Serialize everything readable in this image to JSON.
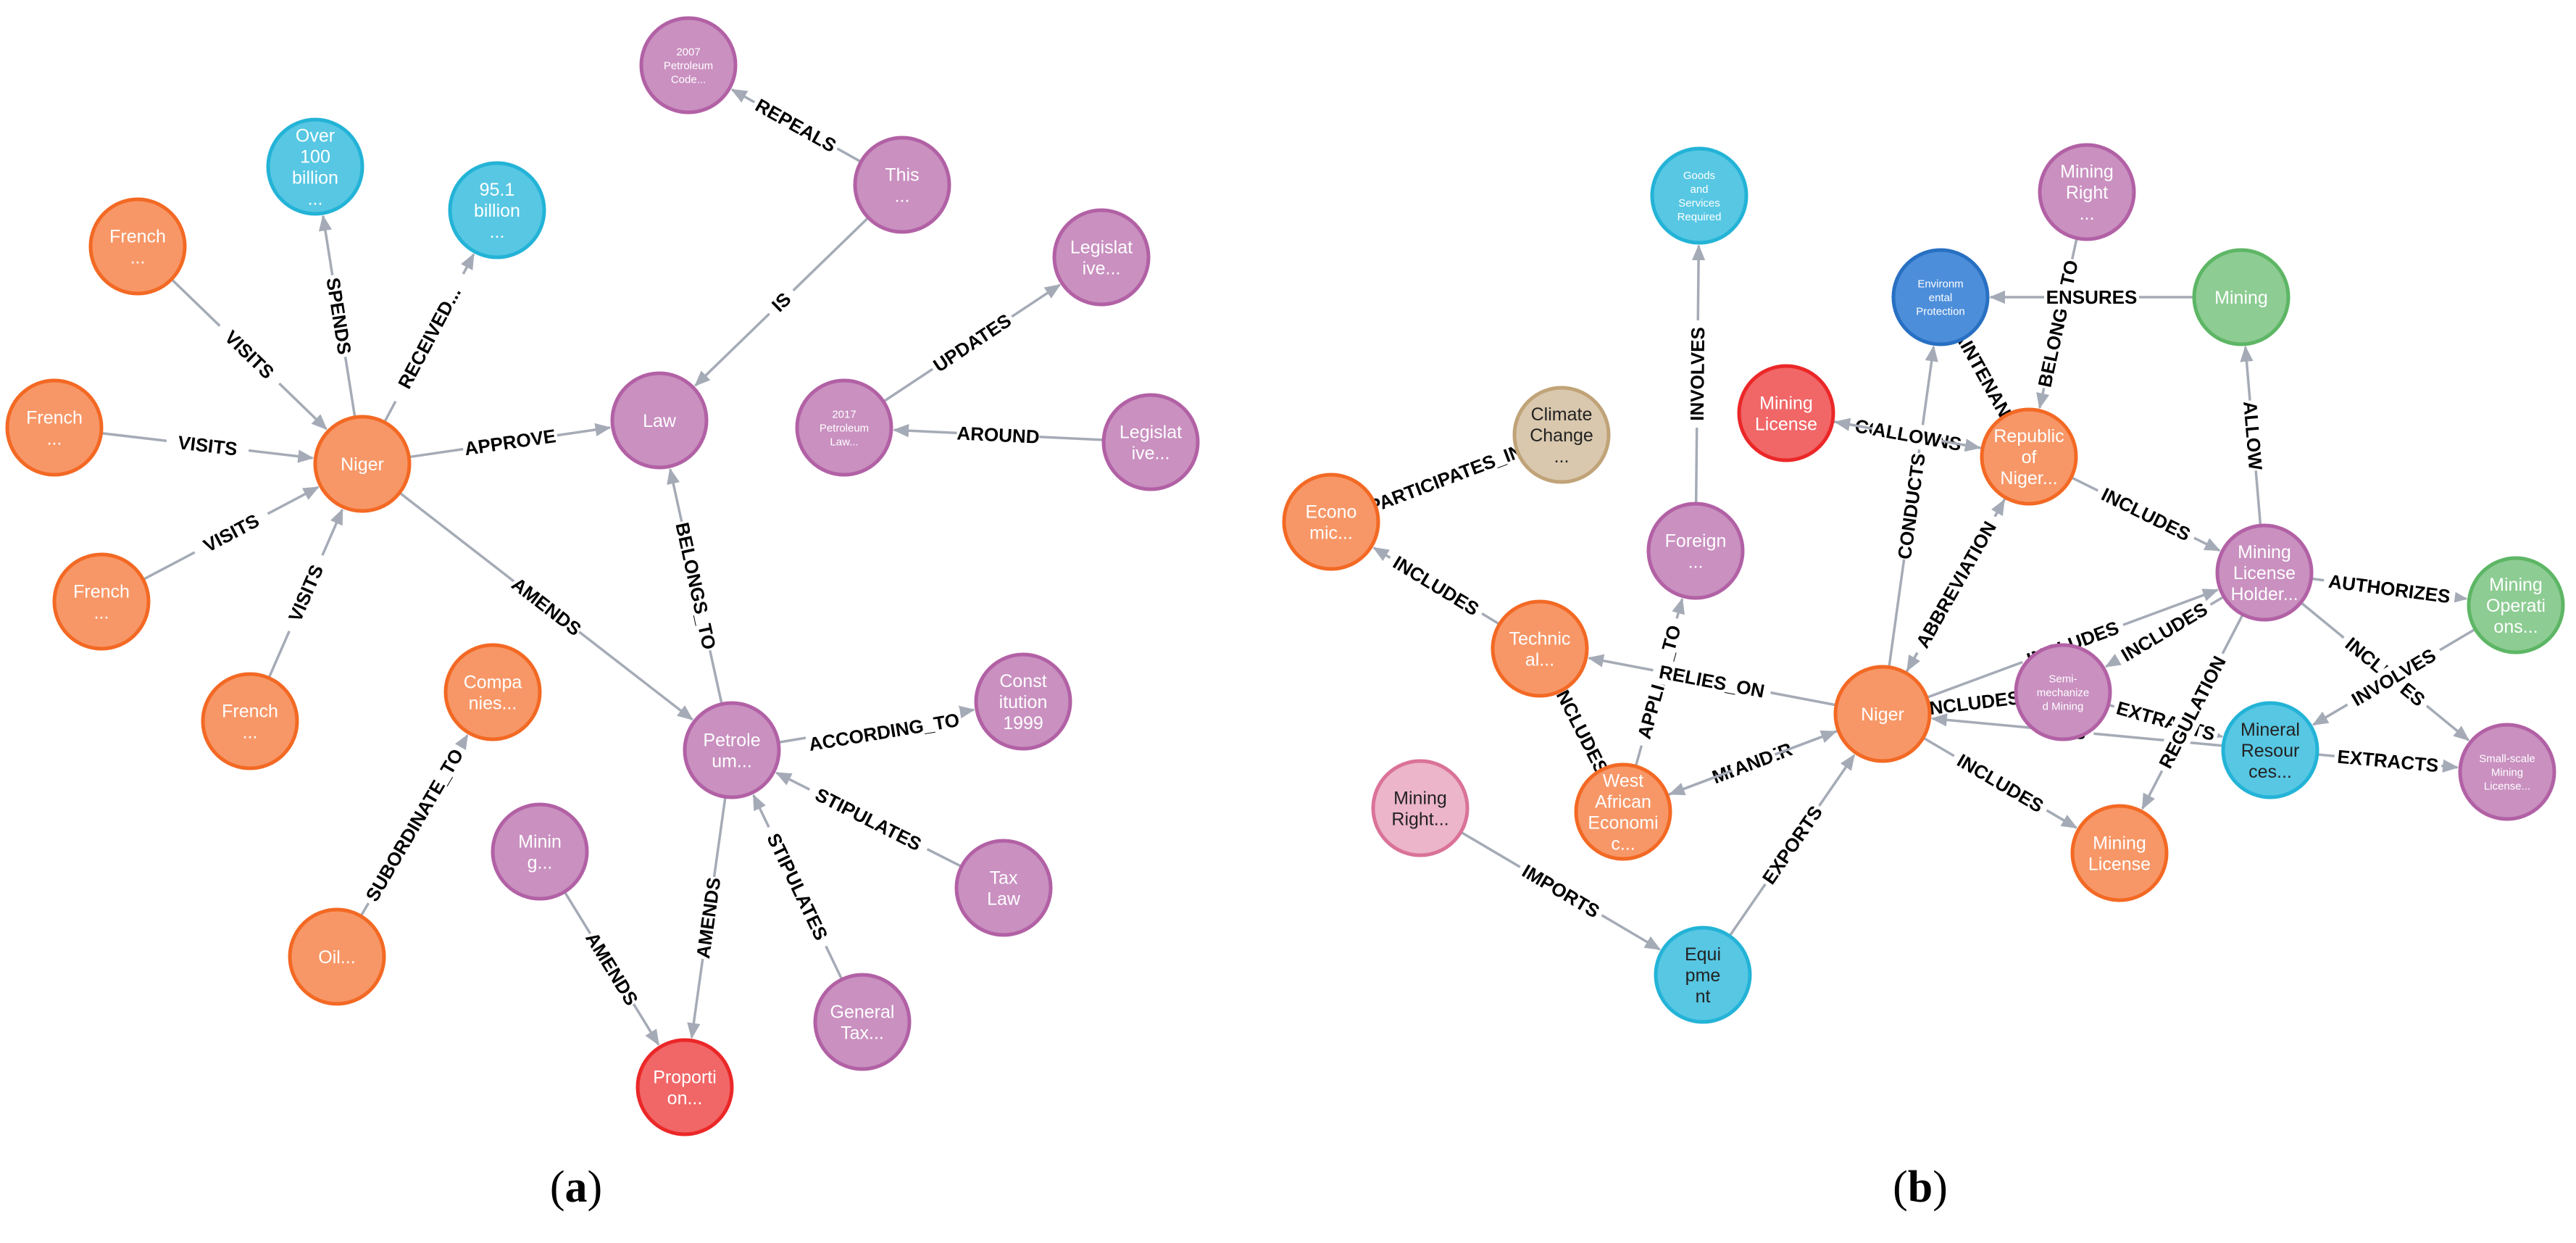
{
  "colors": {
    "orange_fill": "#f79767",
    "orange_stroke": "#f36924",
    "purple_fill": "#c990c0",
    "purple_stroke": "#b261a5",
    "cyan_fill": "#57c7e3",
    "cyan_stroke": "#23b3d7",
    "red_fill": "#f16667",
    "red_stroke": "#eb2728",
    "green_fill": "#8dcc93",
    "green_stroke": "#5db665",
    "blue_fill": "#4c8eda",
    "blue_stroke": "#2870c2",
    "tan_fill": "#d9c8ae",
    "tan_stroke": "#c0a378",
    "pink_fill": "#ecb5c9",
    "pink_stroke": "#da7298",
    "edge": "#a5abb6"
  },
  "captions": [
    {
      "open": "(",
      "letter": "a",
      "close": ")"
    },
    {
      "open": "(",
      "letter": "b",
      "close": ")"
    }
  ],
  "graphs": [
    {
      "id": "a",
      "nodes": [
        {
          "id": "niger",
          "lines": [
            "Niger"
          ],
          "color": "orange"
        },
        {
          "id": "fr1",
          "lines": [
            "French",
            "..."
          ],
          "color": "orange"
        },
        {
          "id": "fr2",
          "lines": [
            "French",
            "..."
          ],
          "color": "orange"
        },
        {
          "id": "fr3",
          "lines": [
            "French",
            "..."
          ],
          "color": "orange"
        },
        {
          "id": "fr4",
          "lines": [
            "French",
            "..."
          ],
          "color": "orange"
        },
        {
          "id": "over100",
          "lines": [
            "Over",
            "100",
            "billion",
            "..."
          ],
          "color": "cyan"
        },
        {
          "id": "b951",
          "lines": [
            "95.1",
            "billion",
            "..."
          ],
          "color": "cyan"
        },
        {
          "id": "law",
          "lines": [
            "Law"
          ],
          "color": "purple"
        },
        {
          "id": "this",
          "lines": [
            "This",
            "..."
          ],
          "color": "purple"
        },
        {
          "id": "pc2007",
          "lines": [
            "2007",
            "Petroleum",
            "Code..."
          ],
          "color": "purple",
          "small": true
        },
        {
          "id": "pl2017",
          "lines": [
            "2017",
            "Petroleum",
            "Law..."
          ],
          "color": "purple",
          "small": true
        },
        {
          "id": "leg1",
          "lines": [
            "Legislat",
            "ive..."
          ],
          "color": "purple"
        },
        {
          "id": "leg2",
          "lines": [
            "Legislat",
            "ive..."
          ],
          "color": "purple"
        },
        {
          "id": "petro",
          "lines": [
            "Petrole",
            "um..."
          ],
          "color": "purple"
        },
        {
          "id": "const",
          "lines": [
            "Const",
            "itution",
            "1999"
          ],
          "color": "purple"
        },
        {
          "id": "tax",
          "lines": [
            "Tax",
            "Law"
          ],
          "color": "purple"
        },
        {
          "id": "gtax",
          "lines": [
            "General",
            "Tax..."
          ],
          "color": "purple"
        },
        {
          "id": "mining",
          "lines": [
            "Minin",
            "g..."
          ],
          "color": "purple"
        },
        {
          "id": "prop",
          "lines": [
            "Proporti",
            "on..."
          ],
          "color": "red"
        },
        {
          "id": "comp",
          "lines": [
            "Compa",
            "nies..."
          ],
          "color": "orange"
        },
        {
          "id": "oil",
          "lines": [
            "Oil..."
          ],
          "color": "orange"
        }
      ],
      "edges": [
        {
          "from": "fr1",
          "to": "niger",
          "label": "VISITS"
        },
        {
          "from": "fr2",
          "to": "niger",
          "label": "VISITS"
        },
        {
          "from": "fr3",
          "to": "niger",
          "label": "VISITS"
        },
        {
          "from": "fr4",
          "to": "niger",
          "label": "VISITS"
        },
        {
          "from": "niger",
          "to": "over100",
          "label": "SPENDS"
        },
        {
          "from": "niger",
          "to": "b951",
          "label": "RECEIVED..."
        },
        {
          "from": "niger",
          "to": "law",
          "label": "APPROVE"
        },
        {
          "from": "niger",
          "to": "petro",
          "label": "AMENDS"
        },
        {
          "from": "this",
          "to": "pc2007",
          "label": "REPEALS"
        },
        {
          "from": "this",
          "to": "law",
          "label": "IS"
        },
        {
          "from": "pl2017",
          "to": "leg1",
          "label": "UPDATES"
        },
        {
          "from": "leg2",
          "to": "pl2017",
          "label": "AROUND"
        },
        {
          "from": "petro",
          "to": "law",
          "label": "BELONGS_TO"
        },
        {
          "from": "petro",
          "to": "const",
          "label": "ACCORDING_TO"
        },
        {
          "from": "tax",
          "to": "petro",
          "label": "STIPULATES"
        },
        {
          "from": "gtax",
          "to": "petro",
          "label": "STIPULATES"
        },
        {
          "from": "petro",
          "to": "prop",
          "label": "AMENDS"
        },
        {
          "from": "mining",
          "to": "prop",
          "label": "AMENDS"
        },
        {
          "from": "oil",
          "to": "comp",
          "label": "SUBORDINATE_TO"
        }
      ]
    },
    {
      "id": "b",
      "nodes": [
        {
          "id": "niger",
          "lines": [
            "Niger"
          ],
          "color": "orange"
        },
        {
          "id": "republic",
          "lines": [
            "Republic",
            "of",
            "Niger..."
          ],
          "color": "orange"
        },
        {
          "id": "goods",
          "lines": [
            "Goods",
            "and",
            "Services",
            "Required"
          ],
          "color": "cyan",
          "small": true
        },
        {
          "id": "foreign",
          "lines": [
            "Foreign",
            "..."
          ],
          "color": "purple"
        },
        {
          "id": "climate",
          "lines": [
            "Climate",
            "Change",
            "..."
          ],
          "color": "tan",
          "dark": true
        },
        {
          "id": "econ",
          "lines": [
            "Econo",
            "mic..."
          ],
          "color": "orange"
        },
        {
          "id": "tech",
          "lines": [
            "Technic",
            "al..."
          ],
          "color": "orange"
        },
        {
          "id": "west",
          "lines": [
            "West",
            "African",
            "Economi",
            "c..."
          ],
          "color": "orange"
        },
        {
          "id": "miningright1",
          "lines": [
            "Mining",
            "Right..."
          ],
          "color": "pink",
          "dark": true
        },
        {
          "id": "equip",
          "lines": [
            "Equi",
            "pme",
            "nt"
          ],
          "color": "cyan",
          "dark": true
        },
        {
          "id": "license1",
          "lines": [
            "Mining",
            "License"
          ],
          "color": "red"
        },
        {
          "id": "env",
          "lines": [
            "Environm",
            "ental",
            "Protection"
          ],
          "color": "blue",
          "small": true
        },
        {
          "id": "miningright2",
          "lines": [
            "Mining",
            "Right",
            "..."
          ],
          "color": "purple"
        },
        {
          "id": "miningg",
          "lines": [
            "Mining"
          ],
          "color": "green"
        },
        {
          "id": "holder",
          "lines": [
            "Mining",
            "License",
            "Holder..."
          ],
          "color": "purple"
        },
        {
          "id": "ops",
          "lines": [
            "Mining",
            "Operati",
            "ons..."
          ],
          "color": "green"
        },
        {
          "id": "semi",
          "lines": [
            "Semi-",
            "mechanize",
            "d Mining"
          ],
          "color": "purple",
          "small": true
        },
        {
          "id": "mineral",
          "lines": [
            "Mineral",
            "Resour",
            "ces..."
          ],
          "color": "cyan",
          "dark": true
        },
        {
          "id": "smallscale",
          "lines": [
            "Small-scale",
            "Mining",
            "License..."
          ],
          "color": "purple",
          "small": true
        },
        {
          "id": "license2",
          "lines": [
            "Mining",
            "License"
          ],
          "color": "orange"
        }
      ],
      "edges": [
        {
          "from": "foreign",
          "to": "goods",
          "label": "INVOLVES"
        },
        {
          "from": "econ",
          "to": "climate",
          "label": "PARTICIPATES_IN"
        },
        {
          "from": "tech",
          "to": "econ",
          "label": "INCLUDES"
        },
        {
          "from": "tech",
          "to": "west",
          "label": "INCLUDES"
        },
        {
          "from": "west",
          "to": "foreign",
          "label": "APPLIES_TO"
        },
        {
          "from": "west",
          "to": "niger",
          "label": "MEMBER"
        },
        {
          "from": "niger",
          "to": "west",
          "label": "AND"
        },
        {
          "from": "niger",
          "to": "tech",
          "label": "RELIES_ON"
        },
        {
          "from": "miningright1",
          "to": "equip",
          "label": "IMPORTS"
        },
        {
          "from": "equip",
          "to": "niger",
          "label": "EXPORTS"
        },
        {
          "from": "niger",
          "to": "env",
          "label": "CONDUCTS"
        },
        {
          "from": "niger",
          "to": "republic",
          "label": "INCLUDES"
        },
        {
          "from": "republic",
          "to": "niger",
          "label": "ABBREVIATION"
        },
        {
          "from": "republic",
          "to": "license1",
          "label": "CONCERNS"
        },
        {
          "from": "license1",
          "to": "republic",
          "label": "ALLOW"
        },
        {
          "from": "republic",
          "to": "env",
          "label": "MAINTENANCE"
        },
        {
          "from": "miningright2",
          "to": "republic",
          "label": "BELONGS_TO"
        },
        {
          "from": "miningg",
          "to": "env",
          "label": "ENSURES"
        },
        {
          "from": "republic",
          "to": "holder",
          "label": "INCLUDES"
        },
        {
          "from": "holder",
          "to": "miningg",
          "label": "ALLOW"
        },
        {
          "from": "holder",
          "to": "ops",
          "label": "AUTHORIZES"
        },
        {
          "from": "holder",
          "to": "smallscale",
          "label": "INCLUDES"
        },
        {
          "from": "holder",
          "to": "semi",
          "label": "INCLUDES"
        },
        {
          "from": "niger",
          "to": "semi",
          "label": "INCLUDES"
        },
        {
          "from": "ops",
          "to": "mineral",
          "label": "INVOLVES"
        },
        {
          "from": "mineral",
          "to": "smallscale",
          "label": "EXTRACTS"
        },
        {
          "from": "semi",
          "to": "mineral",
          "label": "EXTRACTS"
        },
        {
          "from": "mineral",
          "to": "niger",
          "label": "IS"
        },
        {
          "from": "holder",
          "to": "license2",
          "label": "REGULATION"
        },
        {
          "from": "niger",
          "to": "license2",
          "label": "INCLUDES"
        },
        {
          "from": "niger",
          "to": "holder",
          "label": "INCLUDES"
        }
      ]
    }
  ]
}
